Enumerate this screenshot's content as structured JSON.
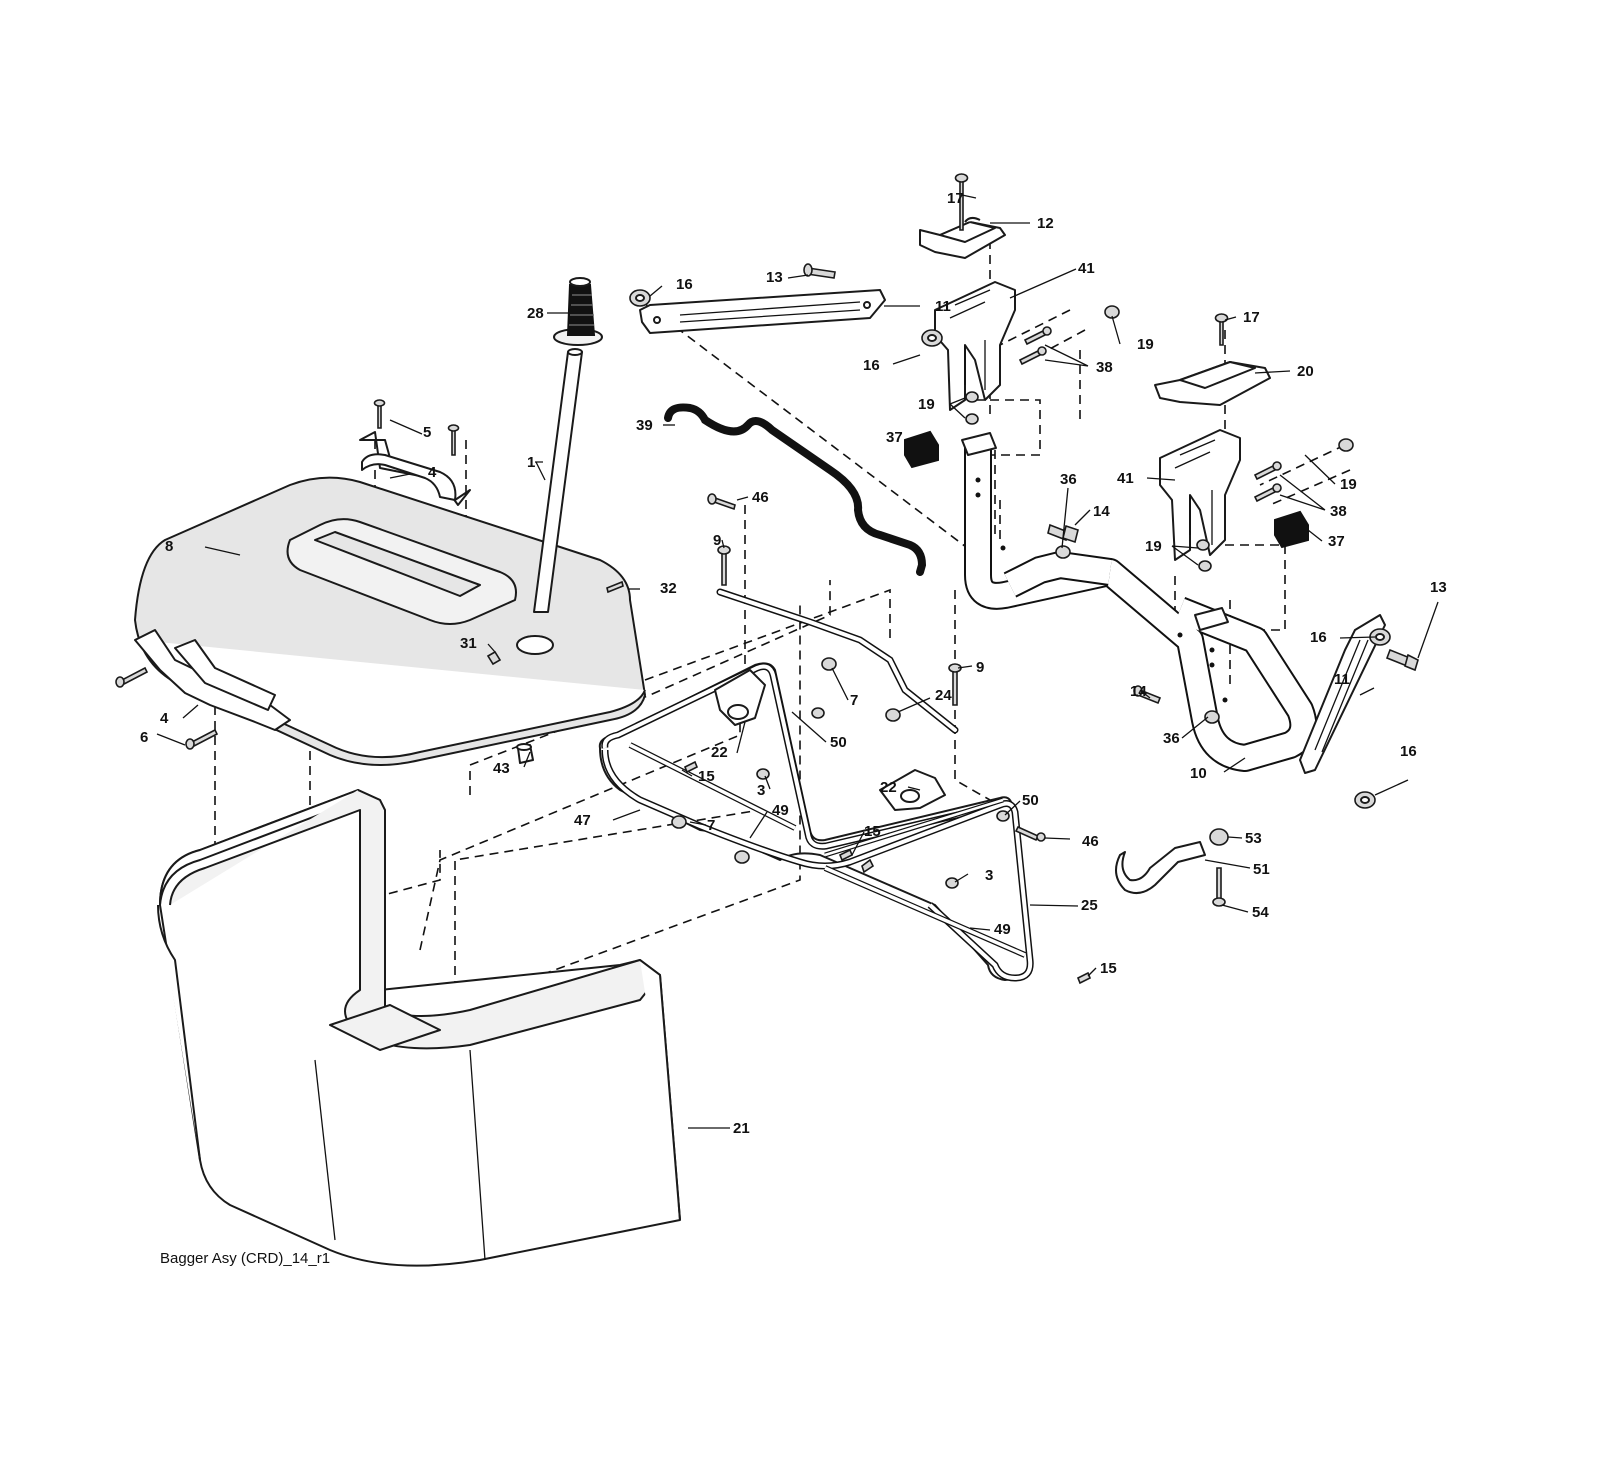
{
  "caption": "Bagger Asy (CRD)_14_r1",
  "callouts": {
    "c1": "1",
    "c3a": "3",
    "c3b": "3",
    "c4a": "4",
    "c4b": "4",
    "c5": "5",
    "c6": "6",
    "c7a": "7",
    "c7b": "7",
    "c8": "8",
    "c9a": "9",
    "c9b": "9",
    "c10": "10",
    "c11a": "11",
    "c11b": "11",
    "c12": "12",
    "c13a": "13",
    "c13b": "13",
    "c14a": "14",
    "c14b": "14",
    "c15a": "15",
    "c15b": "15",
    "c15c": "15",
    "c16a": "16",
    "c16b": "16",
    "c16c": "16",
    "c16d": "16",
    "c17a": "17",
    "c17b": "17",
    "c19a": "19",
    "c19b": "19",
    "c19c": "19",
    "c19d": "19",
    "c20": "20",
    "c21": "21",
    "c22a": "22",
    "c22b": "22",
    "c24": "24",
    "c25": "25",
    "c28": "28",
    "c31": "31",
    "c32": "32",
    "c36a": "36",
    "c36b": "36",
    "c37a": "37",
    "c37b": "37",
    "c38a": "38",
    "c38b": "38",
    "c39": "39",
    "c41a": "41",
    "c41b": "41",
    "c43": "43",
    "c46a": "46",
    "c46b": "46",
    "c47": "47",
    "c49a": "49",
    "c49b": "49",
    "c50a": "50",
    "c50b": "50",
    "c51": "51",
    "c53": "53",
    "c54": "54"
  }
}
